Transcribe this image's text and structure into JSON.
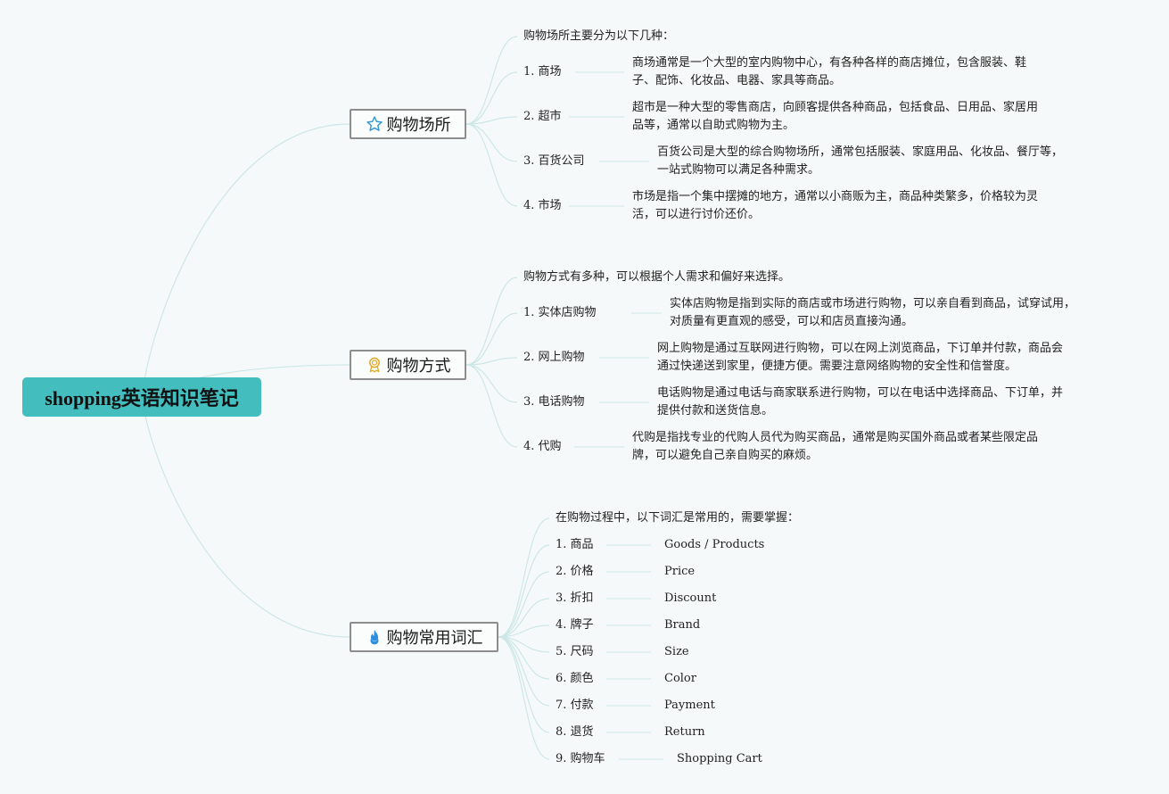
{
  "root": {
    "label": "shopping英语知识笔记"
  },
  "branches": [
    {
      "label": "购物场所",
      "icon": "star-icon",
      "intro": "购物场所主要分为以下几种：",
      "items": [
        {
          "label": "1. 商场",
          "desc_lines": [
            "商场通常是一个大型的室内购物中心，有各种各样的商店摊位，包含服装、鞋",
            "子、配饰、化妆品、电器、家具等商品。"
          ]
        },
        {
          "label": "2. 超市",
          "desc_lines": [
            "超市是一种大型的零售商店，向顾客提供各种商品，包括食品、日用品、家居用",
            "品等，通常以自助式购物为主。"
          ]
        },
        {
          "label": "3. 百货公司",
          "desc_lines": [
            "百货公司是大型的综合购物场所，通常包括服装、家庭用品、化妆品、餐厅等，",
            "一站式购物可以满足各种需求。"
          ]
        },
        {
          "label": "4. 市场",
          "desc_lines": [
            "市场是指一个集中摆摊的地方，通常以小商贩为主，商品种类繁多，价格较为灵",
            "活，可以进行讨价还价。"
          ]
        }
      ]
    },
    {
      "label": "购物方式",
      "icon": "award-ribbon-icon",
      "intro": "购物方式有多种，可以根据个人需求和偏好来选择。",
      "items": [
        {
          "label": "1. 实体店购物",
          "desc_lines": [
            "实体店购物是指到实际的商店或市场进行购物，可以亲自看到商品，试穿试用，",
            "对质量有更直观的感受，可以和店员直接沟通。"
          ]
        },
        {
          "label": "2. 网上购物",
          "desc_lines": [
            "网上购物是通过互联网进行购物，可以在网上浏览商品，下订单并付款，商品会",
            "通过快递送到家里，便捷方便。需要注意网络购物的安全性和信誉度。"
          ]
        },
        {
          "label": "3. 电话购物",
          "desc_lines": [
            "电话购物是通过电话与商家联系进行购物，可以在电话中选择商品、下订单，并",
            "提供付款和送货信息。"
          ]
        },
        {
          "label": "4. 代购",
          "desc_lines": [
            "代购是指找专业的代购人员代为购买商品，通常是购买国外商品或者某些限定品",
            "牌，可以避免自己亲自购买的麻烦。"
          ]
        }
      ]
    },
    {
      "label": "购物常用词汇",
      "icon": "flame-icon",
      "intro": "在购物过程中，以下词汇是常用的，需要掌握：",
      "items": [
        {
          "label": "1. 商品",
          "desc_lines": [
            "Goods / Products"
          ]
        },
        {
          "label": "2. 价格",
          "desc_lines": [
            "Price"
          ]
        },
        {
          "label": "3. 折扣",
          "desc_lines": [
            "Discount"
          ]
        },
        {
          "label": "4. 牌子",
          "desc_lines": [
            "Brand"
          ]
        },
        {
          "label": "5. 尺码",
          "desc_lines": [
            "Size"
          ]
        },
        {
          "label": "6. 颜色",
          "desc_lines": [
            "Color"
          ]
        },
        {
          "label": "7. 付款",
          "desc_lines": [
            "Payment"
          ]
        },
        {
          "label": "8. 退货",
          "desc_lines": [
            "Return"
          ]
        },
        {
          "label": "9. 购物车",
          "desc_lines": [
            "Shopping Cart"
          ]
        }
      ]
    }
  ],
  "colors": {
    "root_fill": "#44bdbf",
    "connector": "#cde7e7",
    "branch_border": "#8d8d8d",
    "star": "#3a9bd8",
    "award": "#e0a92a",
    "flame": "#2f8ee0"
  }
}
